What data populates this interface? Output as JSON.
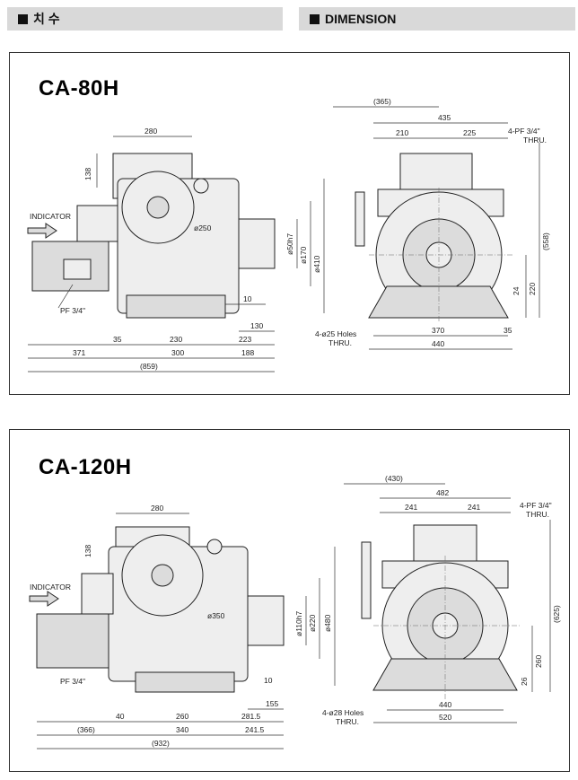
{
  "header": {
    "left": "치 수",
    "right": "DIMENSION"
  },
  "ca80": {
    "title": "CA-80H",
    "indicator": "INDICATOR",
    "pf": "PF 3/4\"",
    "pf4": "4-PF 3/4\"",
    "thru": "THRU.",
    "holes": "4-ø25 Holes",
    "holes_thru": "THRU.",
    "d280": "280",
    "d138": "138",
    "d250": "ø250",
    "d50": "ø50h7",
    "d170": "ø170",
    "d410": "ø410",
    "d10": "10",
    "d130": "130",
    "d35": "35",
    "d230": "230",
    "d223": "223",
    "d371": "371",
    "d300": "300",
    "d188": "188",
    "d859": "(859)",
    "r365": "(365)",
    "r435": "435",
    "r210": "210",
    "r225": "225",
    "r558": "(558)",
    "r220": "220",
    "r24": "24",
    "r370": "370",
    "r35": "35",
    "r440": "440"
  },
  "ca120": {
    "title": "CA-120H",
    "indicator": "INDICATOR",
    "pf": "PF 3/4\"",
    "pf4": "4-PF 3/4\"",
    "thru": "THRU.",
    "holes": "4-ø28 Holes",
    "holes_thru": "THRU.",
    "d280": "280",
    "d138": "138",
    "d350": "ø350",
    "d110": "ø110h7",
    "d220": "ø220",
    "d480": "ø480",
    "d10": "10",
    "d155": "155",
    "d40": "40",
    "d260": "260",
    "d2815": "281.5",
    "d366": "(366)",
    "d340": "340",
    "d2415": "241.5",
    "d932": "(932)",
    "r430": "(430)",
    "r482": "482",
    "r241a": "241",
    "r241b": "241",
    "r625": "(625)",
    "r260": "260",
    "r26": "26",
    "r440": "440",
    "r520": "520"
  }
}
